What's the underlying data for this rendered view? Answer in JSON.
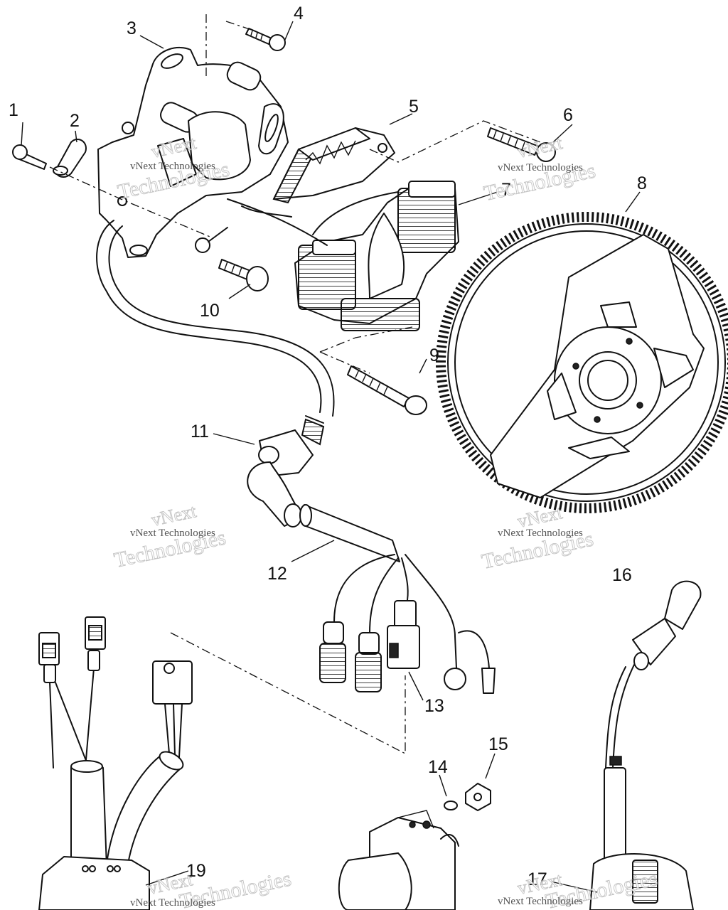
{
  "callouts": [
    {
      "id": "1",
      "text": "1"
    },
    {
      "id": "2",
      "text": "2"
    },
    {
      "id": "3",
      "text": "3"
    },
    {
      "id": "4",
      "text": "4"
    },
    {
      "id": "5",
      "text": "5"
    },
    {
      "id": "6",
      "text": "6"
    },
    {
      "id": "7",
      "text": "7"
    },
    {
      "id": "8",
      "text": "8"
    },
    {
      "id": "9",
      "text": "9"
    },
    {
      "id": "10",
      "text": "10"
    },
    {
      "id": "11",
      "text": "11"
    },
    {
      "id": "12",
      "text": "12"
    },
    {
      "id": "13",
      "text": "13"
    },
    {
      "id": "14",
      "text": "14"
    },
    {
      "id": "15",
      "text": "15"
    },
    {
      "id": "16",
      "text": "16"
    },
    {
      "id": "17",
      "text": "17"
    },
    {
      "id": "19",
      "text": "19"
    }
  ],
  "watermark": {
    "brand": "vNext Technologies",
    "big_line1": "vNext",
    "big_line2": "Technologies"
  }
}
